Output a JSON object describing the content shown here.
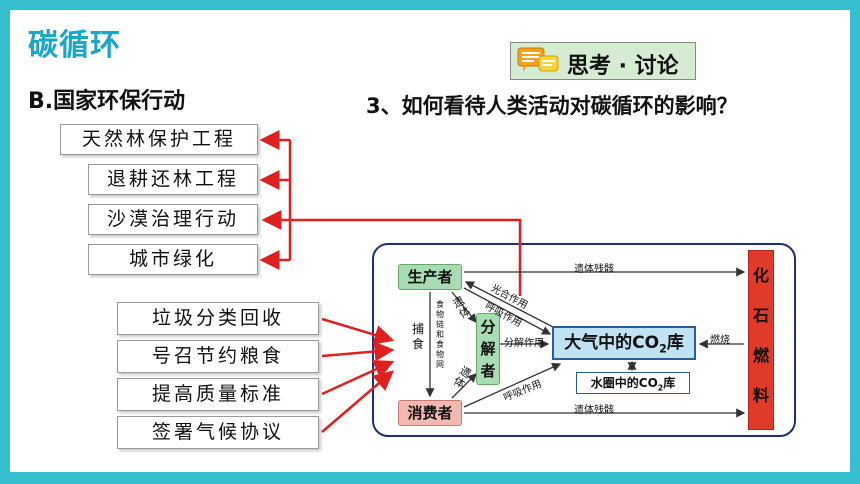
{
  "title": "碳循环",
  "subtitle": "B.国家环保行动",
  "badge": "思考 · 讨论",
  "question": "3、如何看待人类活动对碳循环的影响？",
  "right_group": [
    "天然林保护工程",
    "退耕还林工程",
    "沙漠治理行动",
    "城市绿化"
  ],
  "left_group": [
    "垃圾分类回收",
    "号召节约粮食",
    "提高质量标准",
    "签署气候协议"
  ],
  "diagram": {
    "producer": "生产者",
    "consumer": "消费者",
    "decomposer": [
      "分",
      "解",
      "者"
    ],
    "atmosphere": "大气中的CO",
    "atmosphere_sub": "2",
    "atmosphere_suffix": "库",
    "water": "水圈中的CO",
    "water_sub": "2",
    "water_suffix": "库",
    "fossil": [
      "化",
      "石",
      "燃",
      "料"
    ],
    "labels": {
      "remains_top": "遗体残骸",
      "remains_bottom": "遗体残骸",
      "photosynthesis": "光合作用",
      "respiration_top": "呼吸作用",
      "respiration_bottom": "呼吸作用",
      "decomposition": "分解作用",
      "burning": "燃烧",
      "carcass_top": [
        "遗",
        "体"
      ],
      "carcass_bottom": [
        "遗",
        "体"
      ],
      "predation": [
        "捕",
        "食"
      ],
      "food_chain": [
        "食",
        "物",
        "链",
        "和",
        "食",
        "物",
        "网"
      ]
    }
  },
  "colors": {
    "frame": "#36c0cf",
    "title": "#1aa6c8",
    "arrow": "#e02020",
    "fossil": "#e03a2a"
  }
}
